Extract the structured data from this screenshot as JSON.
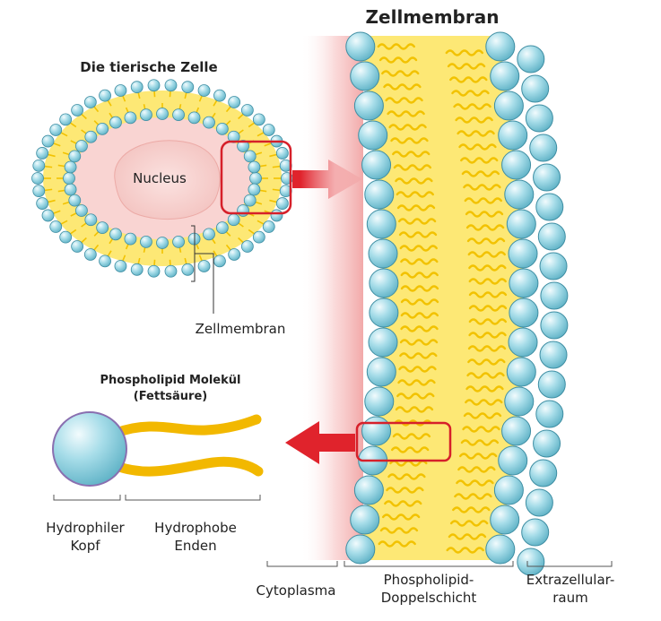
{
  "diagram": {
    "title": "Zellmembran",
    "cell_title": "Die tierische Zelle",
    "nucleus_label": "Nucleus",
    "cell_membrane_label": "Zellmembran",
    "molecule_title_line1": "Phospholipid Molekül",
    "molecule_title_line2": "(Fettsäure)",
    "head_label_line1": "Hydrophiler",
    "head_label_line2": "Kopf",
    "tail_label_line1": "Hydrophobe",
    "tail_label_line2": "Enden",
    "bottom_labels": {
      "cytoplasm": "Cytoplasma",
      "bilayer_line1": "Phospholipid-",
      "bilayer_line2": "Doppelschicht",
      "extracellular_line1": "Extrazellular-",
      "extracellular_line2": "raum"
    },
    "colors": {
      "head_fill": "#8fd3e3",
      "head_stroke": "#3f8ea3",
      "lipid_yellow": "#fbe86c",
      "tail": "#f2c200",
      "highlight": "#d6202a",
      "nucleus": "#f4c9c6",
      "cytoplasm_tint": "#f7c7c7"
    }
  }
}
